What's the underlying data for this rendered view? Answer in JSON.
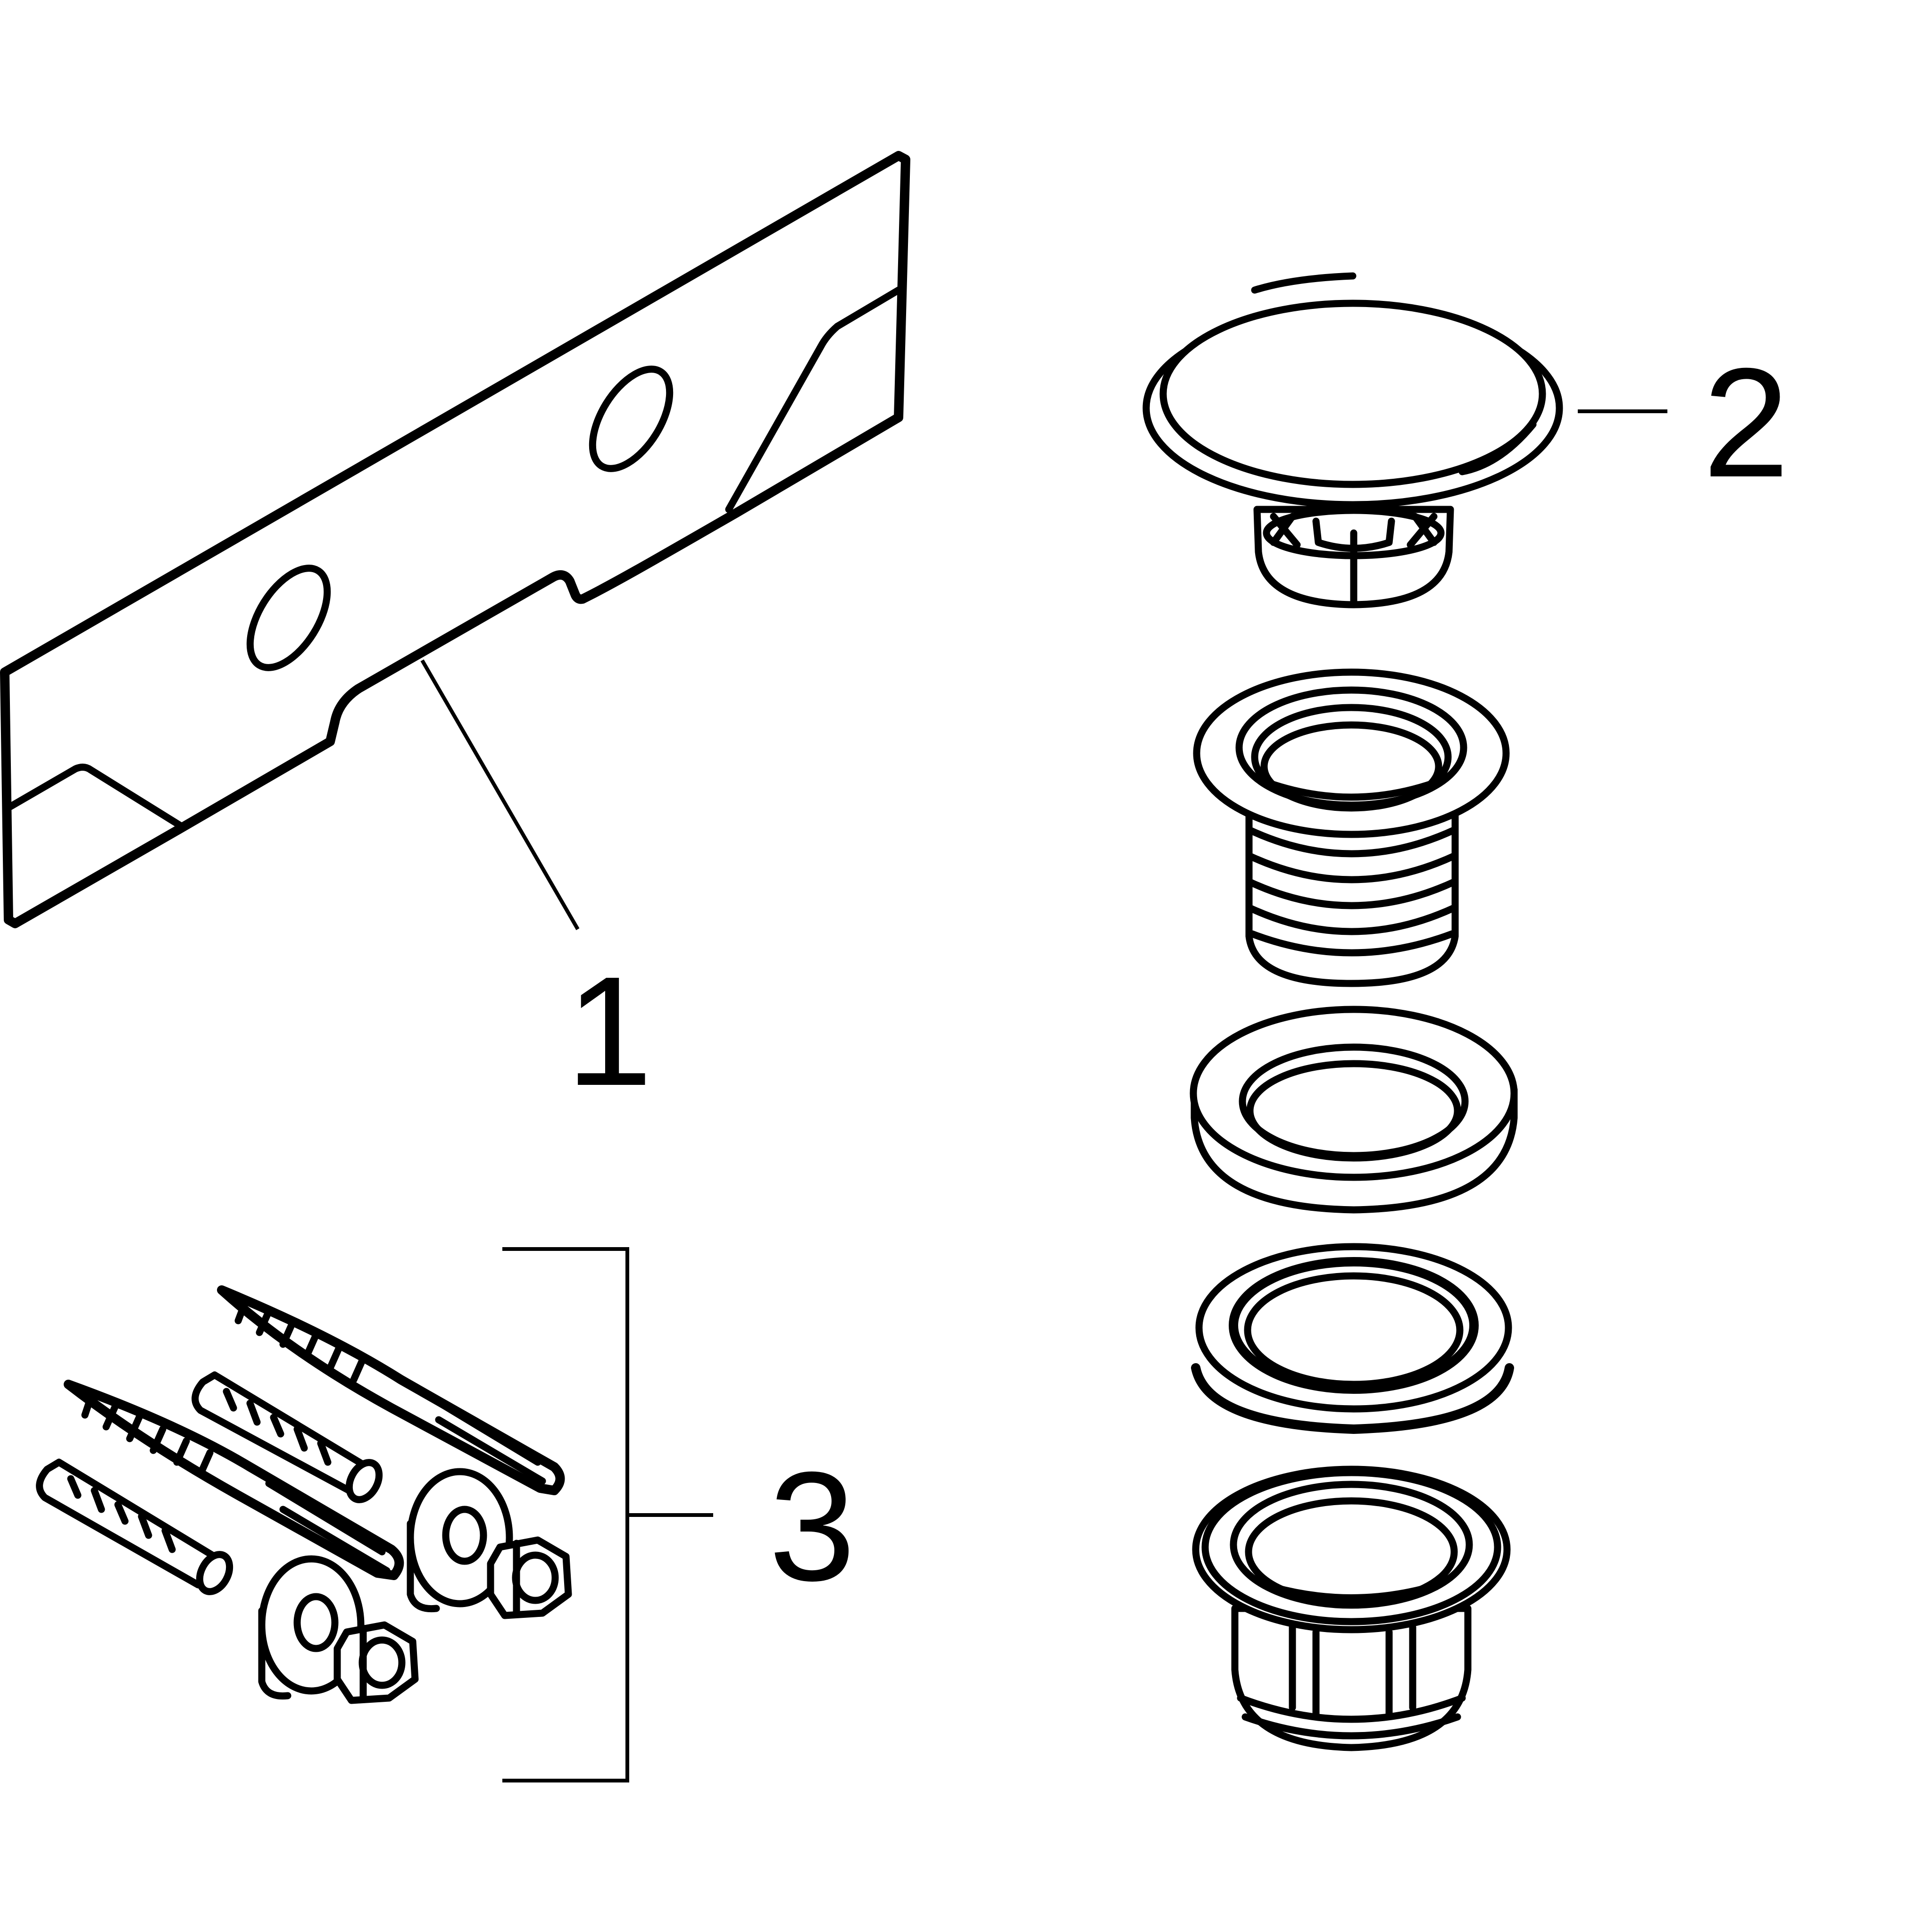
{
  "callouts": [
    {
      "id": "1",
      "label": "1"
    },
    {
      "id": "2",
      "label": "2"
    },
    {
      "id": "3",
      "label": "3"
    }
  ],
  "parts": [
    {
      "callout": "1",
      "icon": "mounting-plate-icon"
    },
    {
      "callout": "2",
      "icon": "drain-valve-assembly-icon"
    },
    {
      "callout": "3",
      "icon": "fixing-kit-icon"
    }
  ],
  "colors": {
    "line": "#000000",
    "background": "#ffffff"
  }
}
